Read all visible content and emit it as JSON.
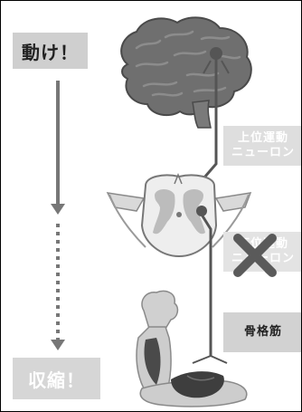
{
  "callouts": {
    "move": "動け！",
    "contract": "収縮！"
  },
  "labels": {
    "upper_line1": "上位運動",
    "upper_line2": "ニューロン",
    "lower_line1": "下位運動",
    "lower_line2": "ニューロン",
    "muscle": "骨格筋"
  },
  "colors": {
    "brain": "#6a6a6a",
    "neuron": "#555555",
    "arrow": "#777777",
    "cross": "#5a5a5a"
  }
}
